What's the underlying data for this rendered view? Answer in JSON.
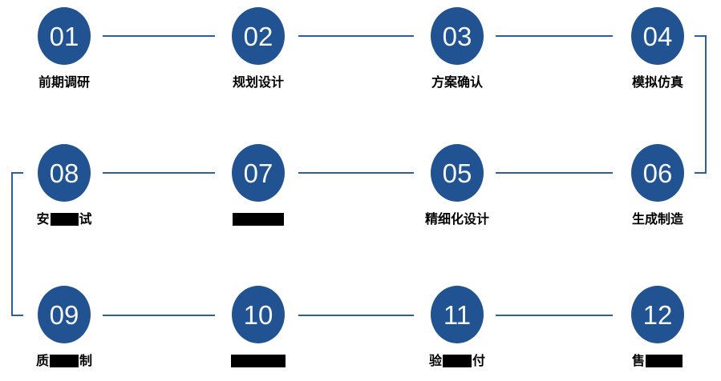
{
  "diagram": {
    "type": "process-flow",
    "rows": 3,
    "flow_order_visual": [
      "01",
      "02",
      "03",
      "04",
      "08",
      "07",
      "05",
      "06",
      "09",
      "10",
      "11",
      "12"
    ]
  },
  "colors": {
    "circle": "#215291",
    "line": "#2d5da4",
    "number": "#f4f6f8",
    "label": "#000000",
    "redaction": "#000000",
    "background": "#ffffff"
  },
  "steps": [
    {
      "num": "01",
      "label": "前期调研"
    },
    {
      "num": "02",
      "label": "规划设计"
    },
    {
      "num": "03",
      "label": "方案确认"
    },
    {
      "num": "04",
      "label": "模拟仿真"
    },
    {
      "num": "05",
      "label": "精细化设计"
    },
    {
      "num": "06",
      "label": "生成制造"
    },
    {
      "num": "07",
      "label_left": "",
      "label_right": "",
      "redacted": true
    },
    {
      "num": "08",
      "label_left": "安",
      "label_right": "试",
      "redacted": true
    },
    {
      "num": "09",
      "label_left": "质",
      "label_right": "制",
      "redacted": true
    },
    {
      "num": "10",
      "label_left": "",
      "label_right": "",
      "redacted": true
    },
    {
      "num": "11",
      "label_left": "验",
      "label_right": "付",
      "redacted": true
    },
    {
      "num": "12",
      "label_left": "售",
      "label_right": "",
      "redacted": true
    }
  ]
}
